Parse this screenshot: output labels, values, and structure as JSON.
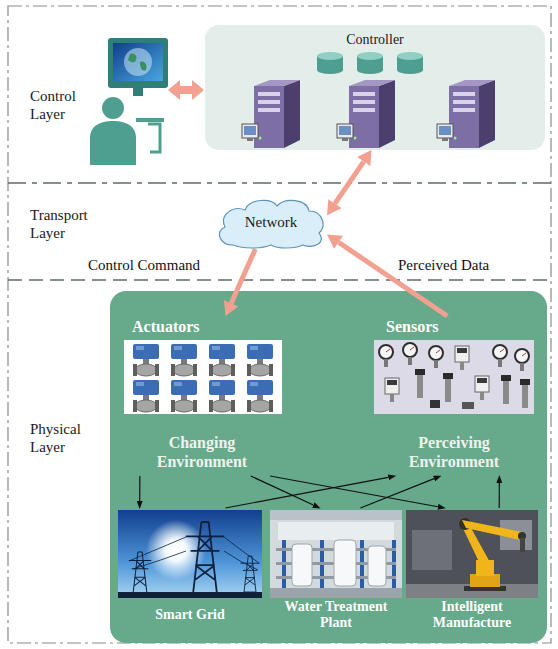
{
  "diagram": {
    "nodes": [
      {
        "text": [
          "Control Layer"
        ]
      },
      {
        "text": [
          "Controller"
        ],
        "in": 0
      },
      {
        "text": [
          "Transport Layer"
        ]
      },
      {
        "text": [
          "Network"
        ],
        "in": 2
      },
      {
        "text": [
          "Physical Layer"
        ]
      },
      {
        "text": [
          "Actuators",
          "Changing Environment"
        ],
        "in": 4
      },
      {
        "text": [
          "Sensors",
          "Perceiving Environment"
        ],
        "in": 4
      },
      {
        "text": [
          "Smart Grid"
        ],
        "in": 4
      },
      {
        "text": [
          "Water Treatment Plant"
        ],
        "in": 4
      },
      {
        "text": [
          "Intelligent Manufacture"
        ],
        "in": 4
      }
    ],
    "edges": [
      {
        "from": 3,
        "to": 1,
        "arrow": "both"
      },
      {
        "from": 3,
        "to": 5,
        "label": "Control Command",
        "arrow": "to"
      },
      {
        "from": 6,
        "to": 3,
        "label": "Perceived Data",
        "arrow": "to"
      },
      {
        "from": 5,
        "to": 7,
        "arrow": "to"
      },
      {
        "from": 5,
        "to": 8,
        "arrow": "to"
      },
      {
        "from": 5,
        "to": 9,
        "arrow": "to"
      },
      {
        "from": 7,
        "to": 6,
        "arrow": "to"
      },
      {
        "from": 8,
        "to": 6,
        "arrow": "to"
      },
      {
        "from": 9,
        "to": 6,
        "arrow": "to"
      }
    ]
  }
}
